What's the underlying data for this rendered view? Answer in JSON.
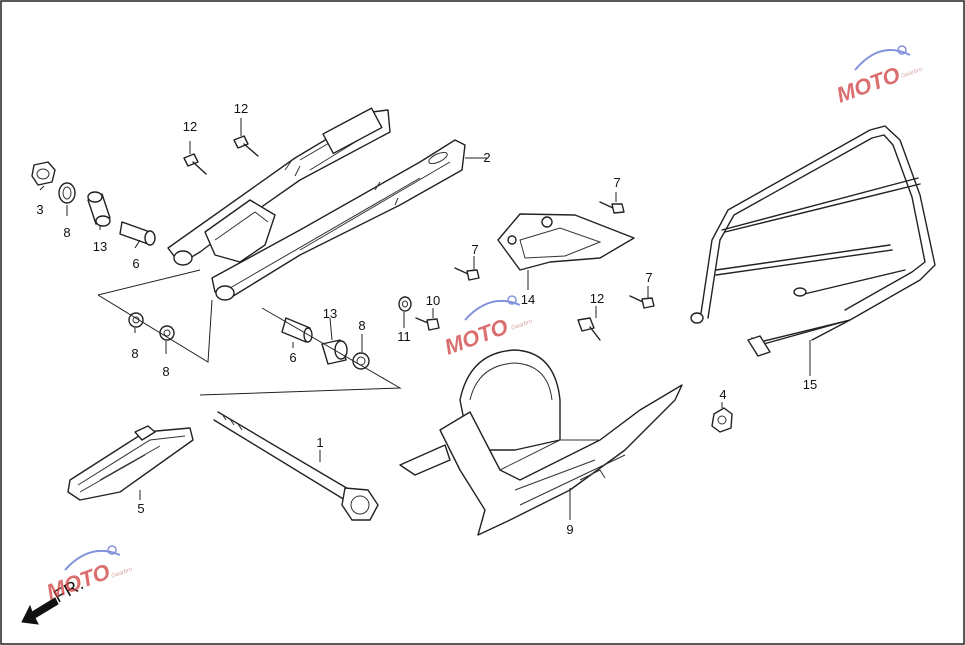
{
  "diagram": {
    "direction_label": "FR.",
    "callouts": [
      "1",
      "2",
      "3",
      "4",
      "5",
      "6",
      "6",
      "7",
      "7",
      "7",
      "8",
      "8",
      "8",
      "8",
      "9",
      "10",
      "11",
      "12",
      "12",
      "12",
      "13",
      "13",
      "14",
      "15"
    ]
  },
  "watermark": {
    "brand": "MOTO",
    "sub": "Gearbro"
  },
  "colors": {
    "line": "#222222",
    "background": "#ffffff",
    "watermark_red": "#d04040",
    "watermark_blue": "#5a6fd0"
  }
}
